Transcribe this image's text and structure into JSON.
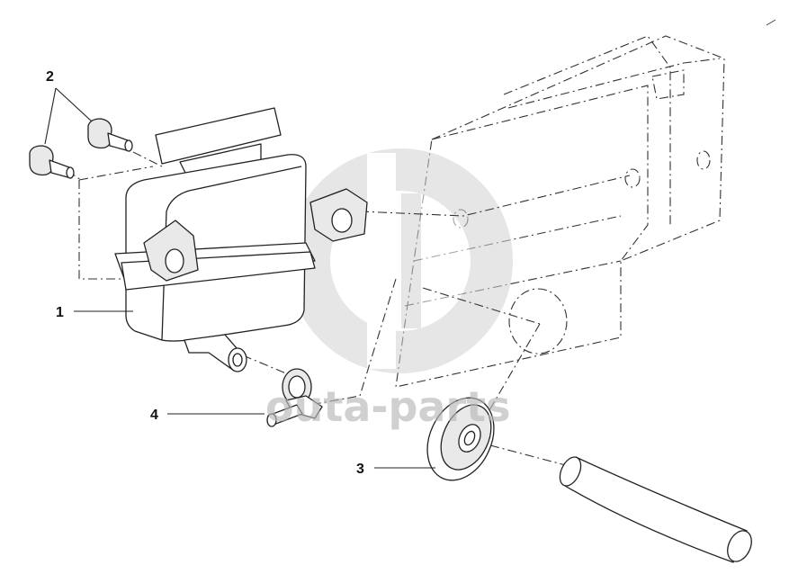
{
  "diagram": {
    "callouts": [
      {
        "id": "1",
        "label": "1"
      },
      {
        "id": "2",
        "label": "2"
      },
      {
        "id": "3",
        "label": "3"
      },
      {
        "id": "4",
        "label": "4"
      }
    ],
    "watermark": {
      "text": "outa-parts",
      "color": "#b8b8b8"
    }
  }
}
